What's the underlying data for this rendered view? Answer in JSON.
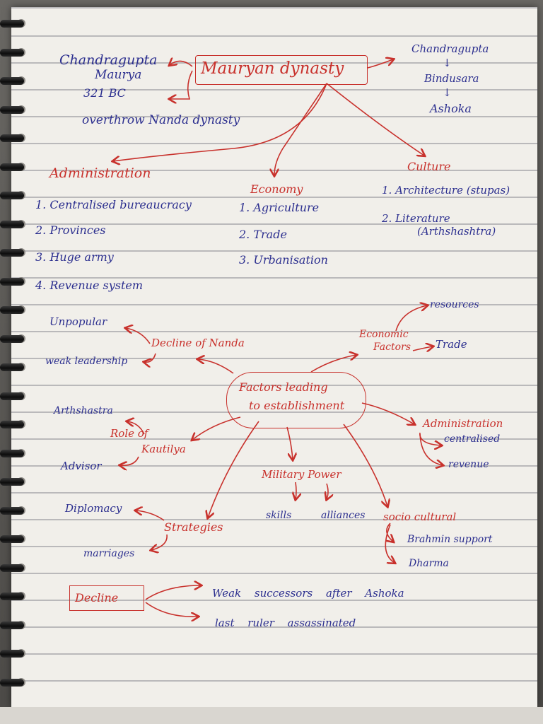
{
  "notes": {
    "title": "Mauryan dynasty",
    "founder": {
      "name_line1": "Chandragupta",
      "name_line2": "Maurya",
      "year": "321 BC"
    },
    "overthrow": "overthrow Nanda dynasty",
    "succession": [
      "Chandragupta",
      "Bindusara",
      "Ashoka"
    ],
    "succession_arrow": "↓",
    "administration": {
      "heading": "Administration",
      "items": [
        "1. Centralised bureaucracy",
        "2. Provinces",
        "3. Huge army",
        "4. Revenue system"
      ]
    },
    "economy": {
      "heading": "Economy",
      "items": [
        "1. Agriculture",
        "2. Trade",
        "3. Urbanisation"
      ]
    },
    "culture": {
      "heading": "Culture",
      "items": [
        "1. Architecture (stupas)",
        "2. Literature",
        "(Arthshashtra)"
      ]
    },
    "establishment": {
      "center": [
        "Factors leading",
        "to establishment"
      ],
      "decline_of_nanda": {
        "label": "Decline of Nanda",
        "items": [
          "Unpopular",
          "weak leadership"
        ]
      },
      "economic_factors": {
        "label": [
          "Economic",
          "Factors"
        ],
        "items": [
          "resources",
          "Trade"
        ]
      },
      "role_of_kautilya": {
        "label": [
          "Role of",
          "Kautilya"
        ],
        "items": [
          "Arthshastra",
          "Advisor"
        ]
      },
      "administration": {
        "label": "Administration",
        "items": [
          "centralised",
          "revenue"
        ]
      },
      "military_power": {
        "label": "Military Power",
        "items": [
          "skills",
          "alliances"
        ]
      },
      "strategies": {
        "label": "Strategies",
        "items": [
          "Diplomacy",
          "marriages"
        ]
      },
      "socio_cultural": {
        "label": "socio cultural",
        "items": [
          "Brahmin support",
          "Dharma"
        ]
      }
    },
    "decline": {
      "label": "Decline",
      "items": [
        "Weak successors after Ashoka",
        "last ruler assassinated"
      ]
    }
  }
}
